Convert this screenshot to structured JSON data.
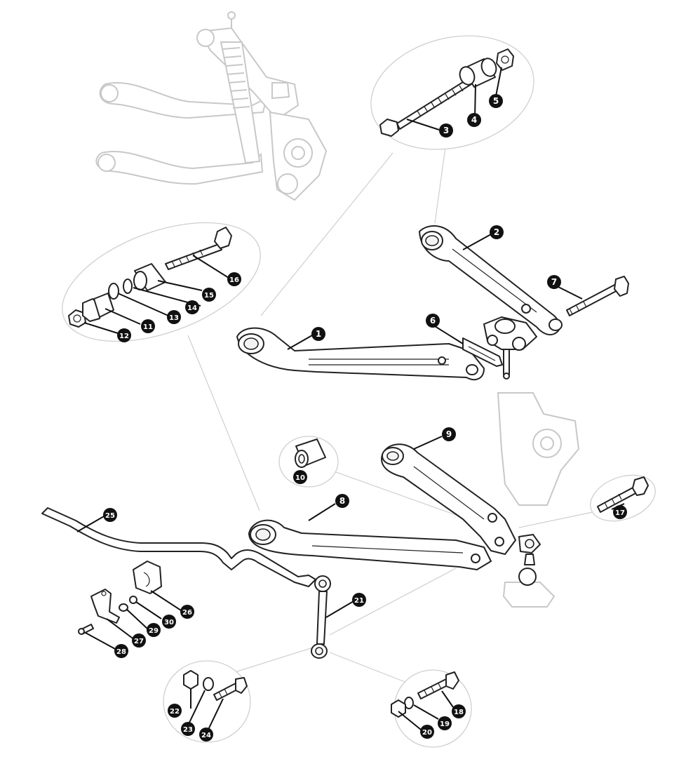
{
  "diagram": {
    "callouts": [
      {
        "id": "c1",
        "label": "1"
      },
      {
        "id": "c2",
        "label": "2"
      },
      {
        "id": "c3",
        "label": "3"
      },
      {
        "id": "c4",
        "label": "4"
      },
      {
        "id": "c5",
        "label": "5"
      },
      {
        "id": "c6",
        "label": "6"
      },
      {
        "id": "c7",
        "label": "7"
      },
      {
        "id": "c8",
        "label": "8"
      },
      {
        "id": "c9",
        "label": "9"
      },
      {
        "id": "c10",
        "label": "10"
      },
      {
        "id": "c11",
        "label": "11"
      },
      {
        "id": "c12",
        "label": "12"
      },
      {
        "id": "c13",
        "label": "13"
      },
      {
        "id": "c14",
        "label": "14"
      },
      {
        "id": "c15",
        "label": "15"
      },
      {
        "id": "c16",
        "label": "16"
      },
      {
        "id": "c17",
        "label": "17"
      },
      {
        "id": "c18",
        "label": "18"
      },
      {
        "id": "c19",
        "label": "19"
      },
      {
        "id": "c20",
        "label": "20"
      },
      {
        "id": "c21",
        "label": "21"
      },
      {
        "id": "c22",
        "label": "22"
      },
      {
        "id": "c23",
        "label": "23"
      },
      {
        "id": "c24",
        "label": "24"
      },
      {
        "id": "c25",
        "label": "25"
      },
      {
        "id": "c26",
        "label": "26"
      },
      {
        "id": "c27",
        "label": "27"
      },
      {
        "id": "c28",
        "label": "28"
      },
      {
        "id": "c29",
        "label": "29"
      },
      {
        "id": "c30",
        "label": "30"
      }
    ],
    "colors": {
      "callout_fill": "#111111",
      "callout_text": "#ffffff",
      "line": "#222222",
      "ghost": "#c8c8c8"
    }
  }
}
